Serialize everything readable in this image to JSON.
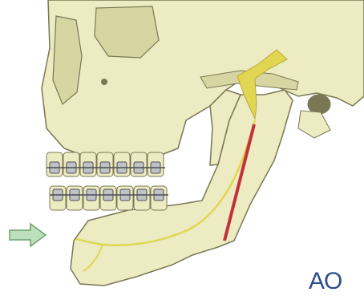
{
  "illustration": {
    "subject": "skull-mandible-osteotomy",
    "icon_names": [
      "arrow-right-icon",
      "ao-logo"
    ]
  },
  "logo": {
    "text": "AO"
  },
  "colors": {
    "background": "#ffffff",
    "bone_fill": "#ecebc2",
    "bone_shadow": "#d7d5a1",
    "bone_outline": "#7a7754",
    "nerve": "#e1d651",
    "nerve_outline": "#b7a83a",
    "osteotomy_line": "#c2313b",
    "arrow_fill": "#bcdfbc",
    "arrow_outline": "#6fa06f",
    "logo": "#2f4e8a",
    "brace_metal": "#bfc2c7",
    "brace_outline": "#4b4d52"
  }
}
